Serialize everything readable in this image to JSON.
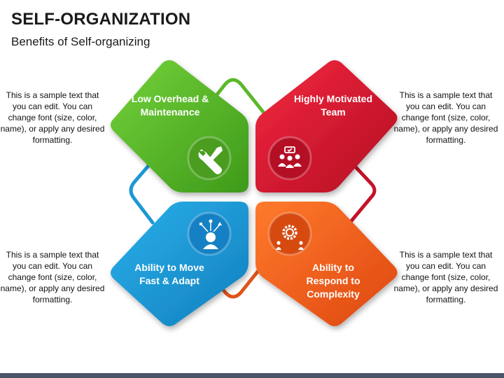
{
  "header": {
    "title": "SELF-ORGANIZATION",
    "subtitle": "Benefits of Self-organizing"
  },
  "side_texts": {
    "top_left": "This is a sample text that you can edit. You can change font (size, color, name), or apply any desired formatting.",
    "top_right": "This is a sample text that you can edit. You can change font (size, color, name), or apply any desired formatting.",
    "bottom_left": "This is a sample text that you can edit. You can change font (size, color, name), or apply any desired formatting.",
    "bottom_right": "This is a sample text that you can edit. You can change font (size, color, name), or apply any desired formatting."
  },
  "cards": {
    "top_left": {
      "label": "Low Overhead & Maintenance",
      "color": "#5cb82a",
      "icon": "wrench-icon"
    },
    "top_right": {
      "label": "Highly Motivated Team",
      "color": "#e3142f",
      "icon": "team-icon"
    },
    "bottom_left": {
      "label": "Ability to Move Fast & Adapt",
      "color": "#1b98d5",
      "icon": "idea-person-icon"
    },
    "bottom_right": {
      "label": "Ability to Respond to Complexity",
      "color": "#f05a1a",
      "icon": "gear-people-icon"
    }
  },
  "connector_colors": {
    "top": "#5cb82a",
    "right": "#c4122a",
    "bottom": "#e0541a",
    "left": "#1b98d5"
  }
}
